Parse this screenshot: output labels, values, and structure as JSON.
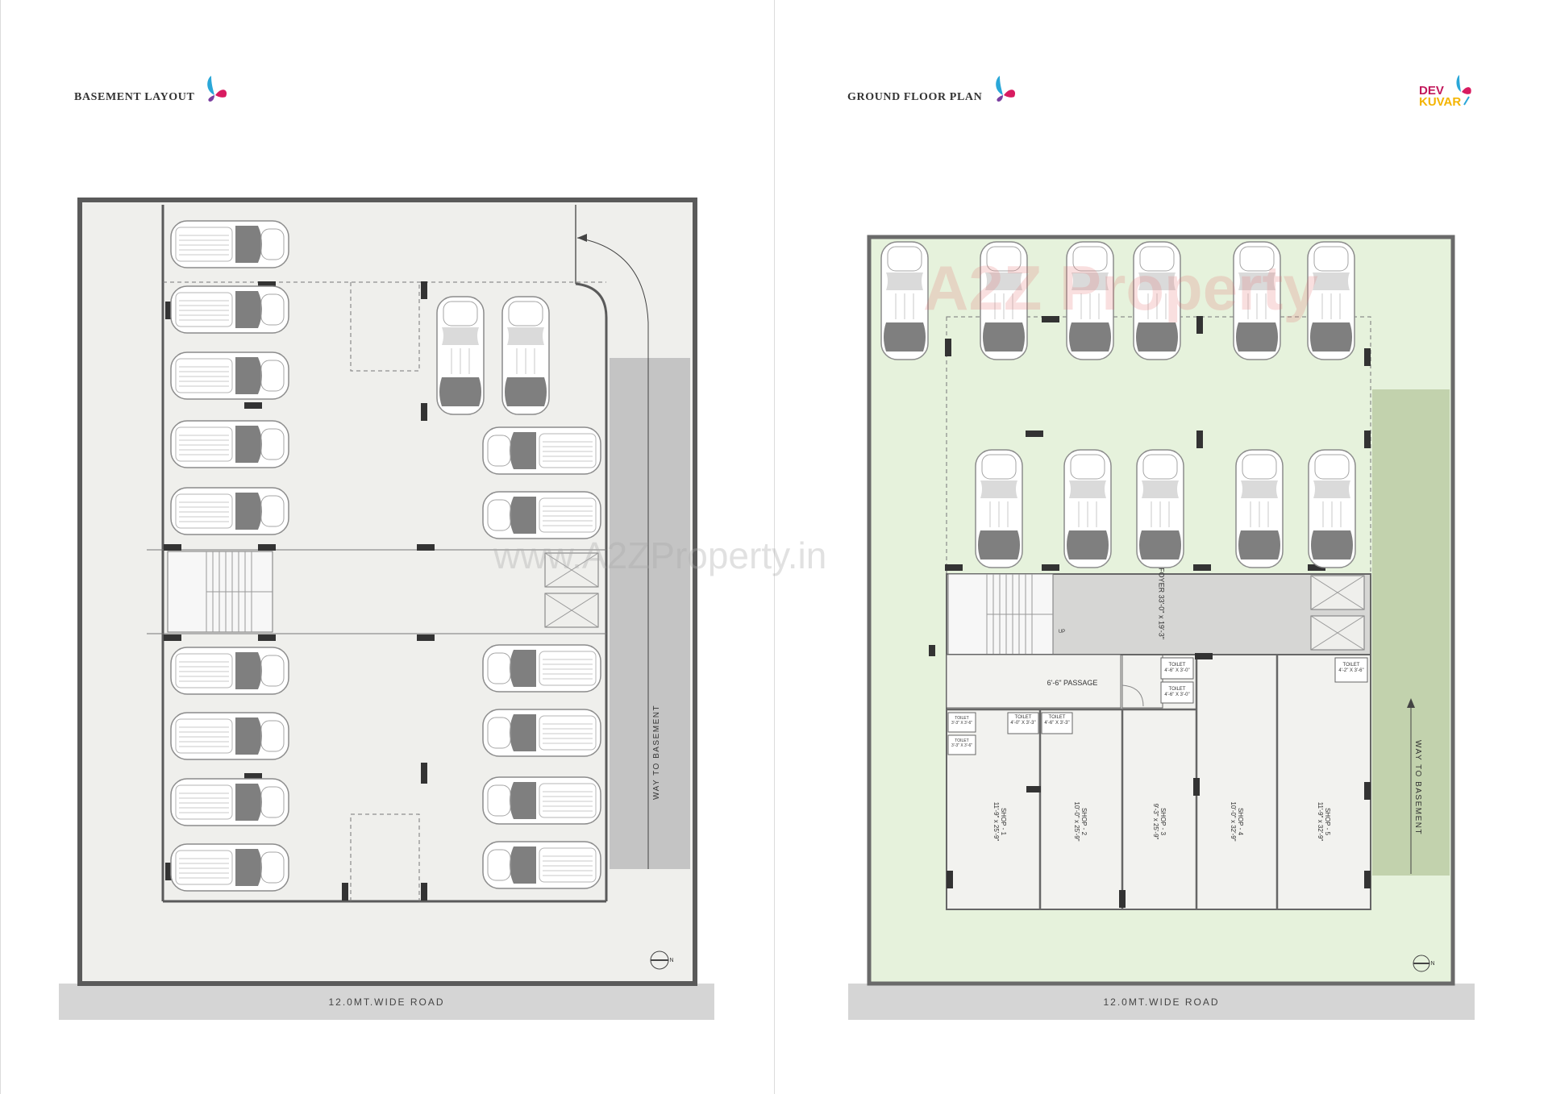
{
  "left": {
    "heading": "BASEMENT LAYOUT",
    "road": "12.0MT.WIDE ROAD",
    "ramp": "WAY TO BASEMENT"
  },
  "right": {
    "heading": "GROUND FLOOR PLAN",
    "road": "12.0MT.WIDE ROAD",
    "ramp": "WAY TO BASEMENT",
    "foyer": "FOYER 33'-0\" x 19'-3\"",
    "passage": "6'-6\" PASSAGE",
    "shops": [
      {
        "name": "SHOP - 1",
        "size": "11'-9\" x 25'-9\""
      },
      {
        "name": "SHOP - 2",
        "size": "10'-0\" x 25'-9\""
      },
      {
        "name": "SHOP - 3",
        "size": "9'-3\" x 25'-9\""
      },
      {
        "name": "SHOP - 4",
        "size": "10'-0\" x 32'-9\""
      },
      {
        "name": "SHOP - 5",
        "size": "11'-9\" x 32'-9\""
      }
    ],
    "toilets": [
      {
        "label": "TOILET",
        "size": "4'-6\" X 3'-0\""
      },
      {
        "label": "TOILET",
        "size": "4'-6\" X 3'-0\""
      },
      {
        "label": "TOILET",
        "size": "4'-0\" X 3'-3\""
      },
      {
        "label": "TOILET",
        "size": "4'-6\" X 3'-3\""
      },
      {
        "label": "TOILET",
        "size": "4'-2\" X 3'-6\""
      },
      {
        "label": "TOILET",
        "size": "3'-3\" X 3'-6\""
      },
      {
        "label": "TOILET",
        "size": "3'-3\" X 3'-6\""
      }
    ],
    "up_label": "UP",
    "north_label": "N"
  },
  "brand": {
    "line1": "DEV",
    "line2": "KUVAR"
  },
  "watermarks": {
    "site": "www.A2ZProperty.in",
    "brand": "A2Z Property"
  },
  "colors": {
    "ground_green": "#e6f2dc",
    "ramp_green": "#c2d2ad",
    "basement_fill": "#efefec",
    "wall": "#5a5a5a",
    "road": "#d5d5d5"
  }
}
